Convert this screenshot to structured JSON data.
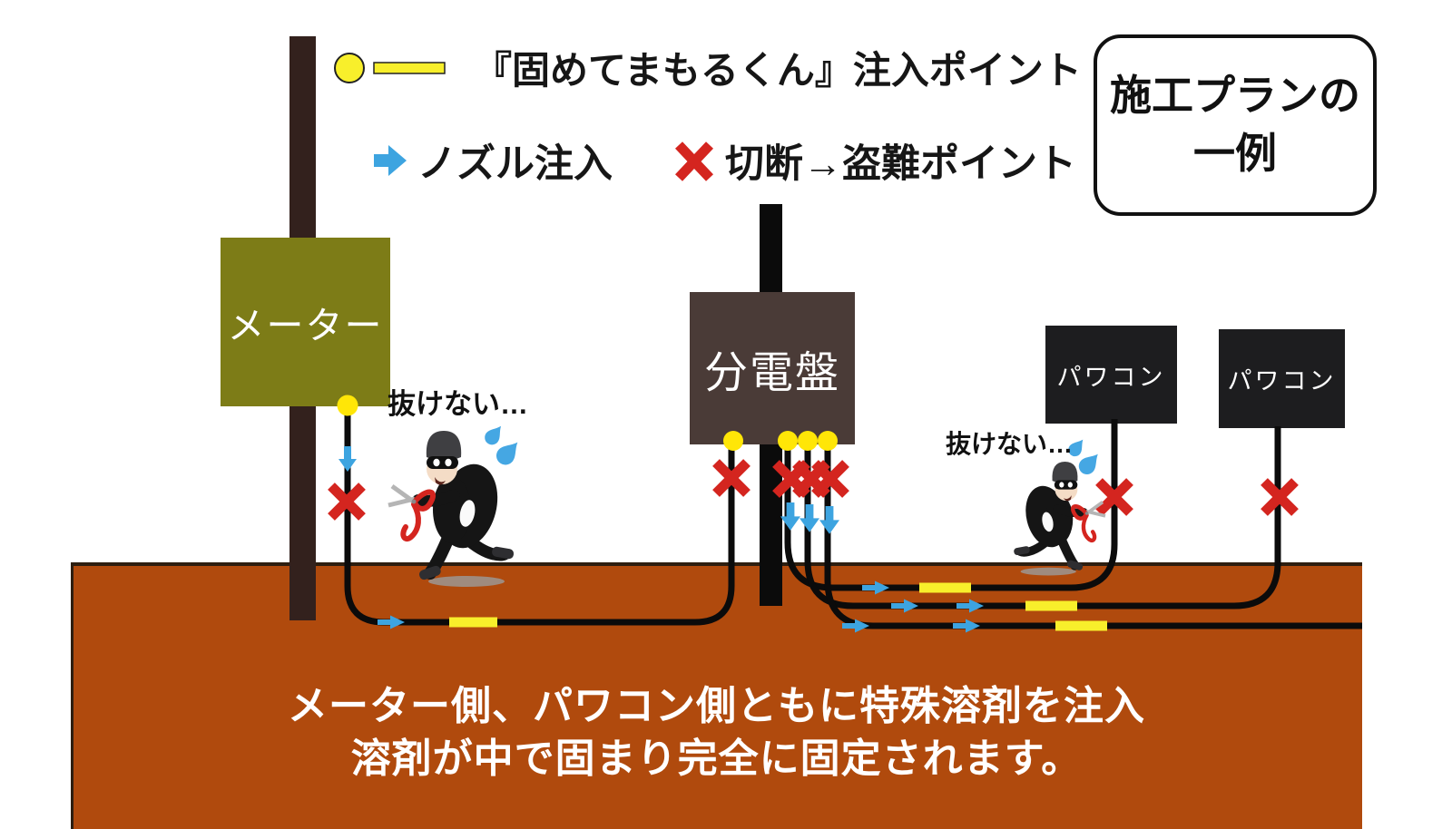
{
  "colors": {
    "ground": "#b04a0d",
    "ground-border": "#2d1e10",
    "pole-wood": "#33211d",
    "pole-black": "#0b0b0b",
    "meter-box": "#7d7c17",
    "panel-box": "#4a3b37",
    "pawakon-box": "#1d1d1f",
    "cable": "#0b0b0b",
    "inject-yellow": "#f8ef2b",
    "dot-yellow": "#ffe607",
    "arrow-blue": "#3da4e0",
    "x-red": "#d4251f",
    "sweat-blue": "#45a7e3"
  },
  "legend": {
    "injection": {
      "icon": "yellow-dot-and-line-icon",
      "label": "『固めてまもるくん』注入ポイント"
    },
    "nozzle": {
      "icon": "blue-arrow-icon",
      "label": "ノズル注入"
    },
    "cut": {
      "icon": "red-x-icon",
      "label": "切断→盗難ポイント"
    }
  },
  "plan_note": {
    "line1": "施工プランの",
    "line2": "一例"
  },
  "equipment": {
    "meter": {
      "label": "メーター"
    },
    "panel": {
      "label": "分電盤"
    },
    "pawakon1": {
      "label": "パワコン"
    },
    "pawakon2": {
      "label": "パワコン"
    }
  },
  "thieves": {
    "left": {
      "speech": "抜けない…"
    },
    "right": {
      "speech": "抜けない…"
    }
  },
  "caption": {
    "line1": "メーター側、パワコン側ともに特殊溶剤を注入",
    "line2": "溶剤が中で固まり完全に固定されます。"
  }
}
